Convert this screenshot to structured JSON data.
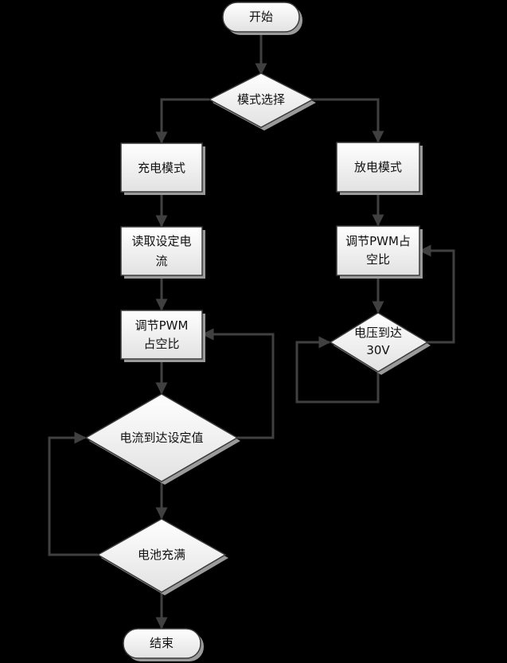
{
  "nodes": {
    "start": "开始",
    "mode_select": "模式选择",
    "charge_mode": "充电模式",
    "discharge_mode": "放电模式",
    "read_current_l1": "读取设定电",
    "read_current_l2": "流",
    "pwm_left_l1": "调节PWM",
    "pwm_left_l2": "占空比",
    "current_reached": "电流到达设定值",
    "battery_full": "电池充满",
    "end": "结束",
    "pwm_right_l1": "调节PWM占",
    "pwm_right_l2": "空比",
    "voltage_l1": "电压到达",
    "voltage_l2": "30V"
  },
  "colors": {
    "background": "#000000",
    "line": "#404040"
  }
}
